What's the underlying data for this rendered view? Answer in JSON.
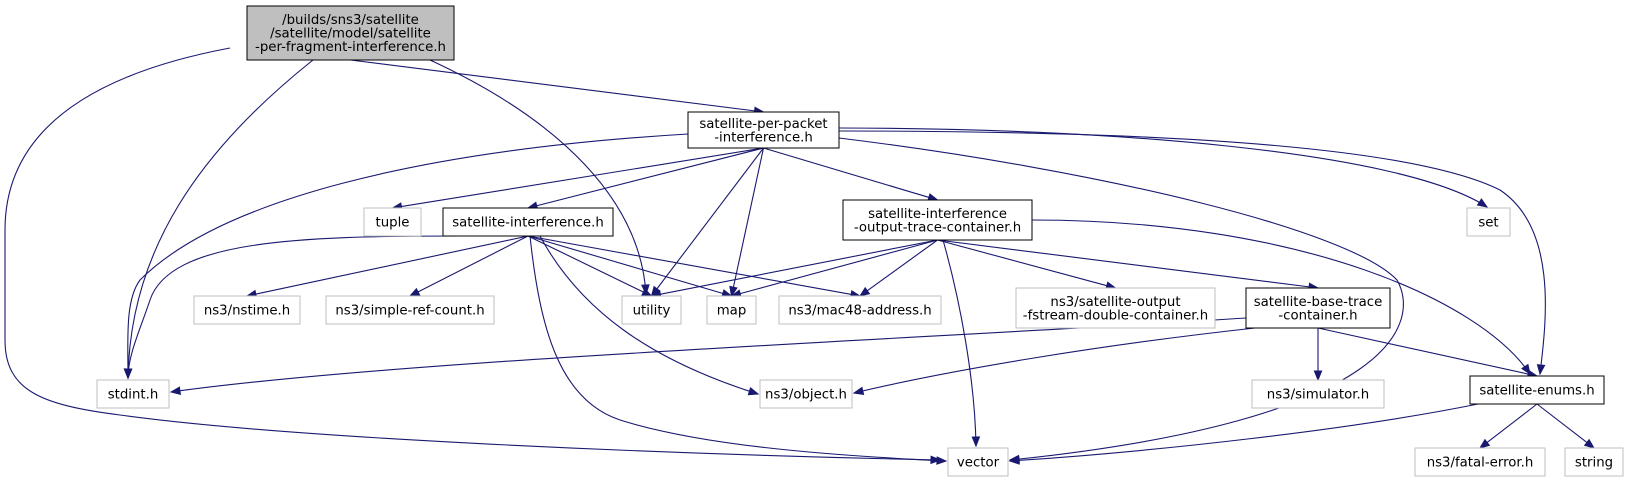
{
  "graph": {
    "colors": {
      "edge": "#191970",
      "focus_fill": "#bfbfbf",
      "documented_border": "#000000",
      "external_border": "#bfbfbf"
    },
    "nodes": {
      "root": {
        "lines": [
          "/builds/sns3/satellite",
          "/satellite/model/satellite",
          "-per-fragment-interference.h"
        ],
        "kind": "focus"
      },
      "perpacket": {
        "lines": [
          "satellite-per-packet",
          "-interference.h"
        ],
        "kind": "documented"
      },
      "tuple": {
        "lines": [
          "tuple"
        ],
        "kind": "external"
      },
      "satint": {
        "lines": [
          "satellite-interference.h"
        ],
        "kind": "documented"
      },
      "otc": {
        "lines": [
          "satellite-interference",
          "-output-trace-container.h"
        ],
        "kind": "documented"
      },
      "set": {
        "lines": [
          "set"
        ],
        "kind": "external"
      },
      "nstime": {
        "lines": [
          "ns3/nstime.h"
        ],
        "kind": "external"
      },
      "simpleref": {
        "lines": [
          "ns3/simple-ref-count.h"
        ],
        "kind": "external"
      },
      "utility": {
        "lines": [
          "utility"
        ],
        "kind": "external"
      },
      "map": {
        "lines": [
          "map"
        ],
        "kind": "external"
      },
      "mac48": {
        "lines": [
          "ns3/mac48-address.h"
        ],
        "kind": "external"
      },
      "fstream": {
        "lines": [
          "ns3/satellite-output",
          "-fstream-double-container.h"
        ],
        "kind": "external"
      },
      "basetrace": {
        "lines": [
          "satellite-base-trace",
          "-container.h"
        ],
        "kind": "documented"
      },
      "stdint": {
        "lines": [
          "stdint.h"
        ],
        "kind": "external"
      },
      "object": {
        "lines": [
          "ns3/object.h"
        ],
        "kind": "external"
      },
      "simulator": {
        "lines": [
          "ns3/simulator.h"
        ],
        "kind": "external"
      },
      "enums": {
        "lines": [
          "satellite-enums.h"
        ],
        "kind": "documented"
      },
      "vector": {
        "lines": [
          "vector"
        ],
        "kind": "external"
      },
      "fatal": {
        "lines": [
          "ns3/fatal-error.h"
        ],
        "kind": "external"
      },
      "string": {
        "lines": [
          "string"
        ],
        "kind": "external"
      }
    },
    "edges": [
      [
        "root",
        "perpacket"
      ],
      [
        "root",
        "utility"
      ],
      [
        "root",
        "stdint"
      ],
      [
        "root",
        "vector"
      ],
      [
        "perpacket",
        "tuple"
      ],
      [
        "perpacket",
        "satint"
      ],
      [
        "perpacket",
        "otc"
      ],
      [
        "perpacket",
        "set"
      ],
      [
        "perpacket",
        "utility"
      ],
      [
        "perpacket",
        "map"
      ],
      [
        "perpacket",
        "stdint"
      ],
      [
        "perpacket",
        "vector"
      ],
      [
        "perpacket",
        "enums"
      ],
      [
        "satint",
        "nstime"
      ],
      [
        "satint",
        "simpleref"
      ],
      [
        "satint",
        "utility"
      ],
      [
        "satint",
        "map"
      ],
      [
        "satint",
        "mac48"
      ],
      [
        "satint",
        "stdint"
      ],
      [
        "satint",
        "object"
      ],
      [
        "satint",
        "vector"
      ],
      [
        "otc",
        "utility"
      ],
      [
        "otc",
        "map"
      ],
      [
        "otc",
        "mac48"
      ],
      [
        "otc",
        "fstream"
      ],
      [
        "otc",
        "basetrace"
      ],
      [
        "otc",
        "vector"
      ],
      [
        "otc",
        "enums"
      ],
      [
        "basetrace",
        "stdint"
      ],
      [
        "basetrace",
        "object"
      ],
      [
        "basetrace",
        "simulator"
      ],
      [
        "basetrace",
        "enums"
      ],
      [
        "enums",
        "vector"
      ],
      [
        "enums",
        "fatal"
      ],
      [
        "enums",
        "string"
      ]
    ]
  }
}
